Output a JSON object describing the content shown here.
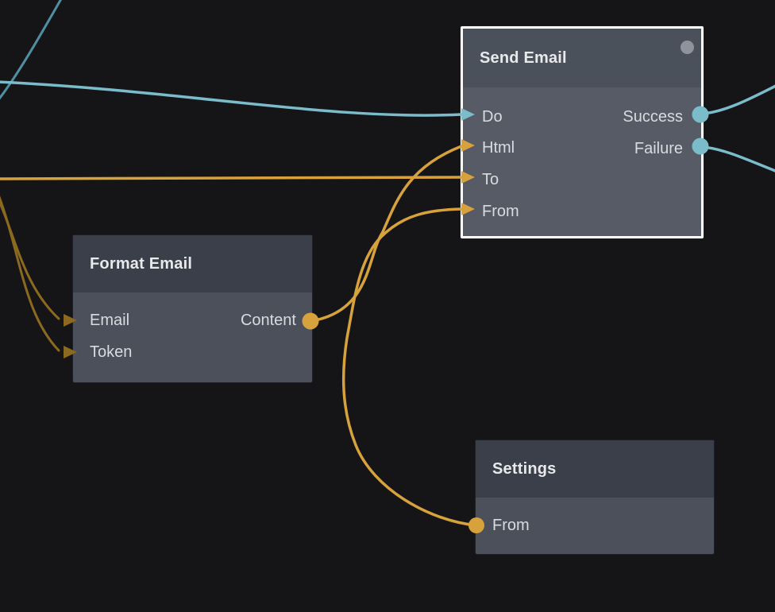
{
  "editor": {
    "type": "visual-node-graph",
    "background": "#151518"
  },
  "colors": {
    "wire_signal": "#7bbccb",
    "wire_signal_dim": "#4f8fa2",
    "wire_data": "#d7a23c",
    "wire_data_dim": "#8b691e",
    "node_header": "#3a3f49",
    "node_body": "#4b505b",
    "node_header_selected": "#4b515b",
    "node_body_selected": "#565b66",
    "selection_border": "#ffffff",
    "status_dot": "#8f939b",
    "port_label": "#d9dbdf",
    "title_text": "#e8e9eb"
  },
  "nodes": {
    "send_email": {
      "title": "Send Email",
      "selected": true,
      "has_status_dot": true,
      "inputs": [
        {
          "label": "Do",
          "type": "signal"
        },
        {
          "label": "Html",
          "type": "data"
        },
        {
          "label": "To",
          "type": "data"
        },
        {
          "label": "From",
          "type": "data"
        }
      ],
      "outputs": [
        {
          "label": "Success",
          "type": "signal"
        },
        {
          "label": "Failure",
          "type": "signal"
        }
      ]
    },
    "format_email": {
      "title": "Format Email",
      "selected": false,
      "inputs": [
        {
          "label": "Email",
          "type": "data"
        },
        {
          "label": "Token",
          "type": "data"
        }
      ],
      "outputs": [
        {
          "label": "Content",
          "type": "data"
        }
      ]
    },
    "settings": {
      "title": "Settings",
      "selected": false,
      "ports": [
        {
          "label": "From",
          "type": "data"
        }
      ]
    }
  },
  "connections": [
    {
      "id": "do-in",
      "from": "offscreen-left",
      "to": "Send Email.Do",
      "kind": "signal",
      "state": "highlighted"
    },
    {
      "id": "passing-teal",
      "from": "offscreen-top",
      "to": "offscreen-left",
      "kind": "signal",
      "state": "dim"
    },
    {
      "id": "to-in",
      "from": "offscreen-left",
      "to": "Send Email.To",
      "kind": "data",
      "state": "highlighted"
    },
    {
      "id": "email-in",
      "from": "offscreen-left",
      "to": "Format Email.Email",
      "kind": "data",
      "state": "dim"
    },
    {
      "id": "token-in",
      "from": "offscreen-left",
      "to": "Format Email.Token",
      "kind": "data",
      "state": "dim"
    },
    {
      "id": "content-to-html",
      "from": "Format Email.Content",
      "to": "Send Email.Html",
      "kind": "data",
      "state": "highlighted"
    },
    {
      "id": "settings-from-to-from",
      "from": "Settings.From",
      "to": "Send Email.From",
      "kind": "data",
      "state": "highlighted"
    },
    {
      "id": "success-out",
      "from": "Send Email.Success",
      "to": "offscreen-right",
      "kind": "signal",
      "state": "highlighted"
    },
    {
      "id": "failure-out",
      "from": "Send Email.Failure",
      "to": "offscreen-right",
      "kind": "signal",
      "state": "highlighted"
    }
  ]
}
